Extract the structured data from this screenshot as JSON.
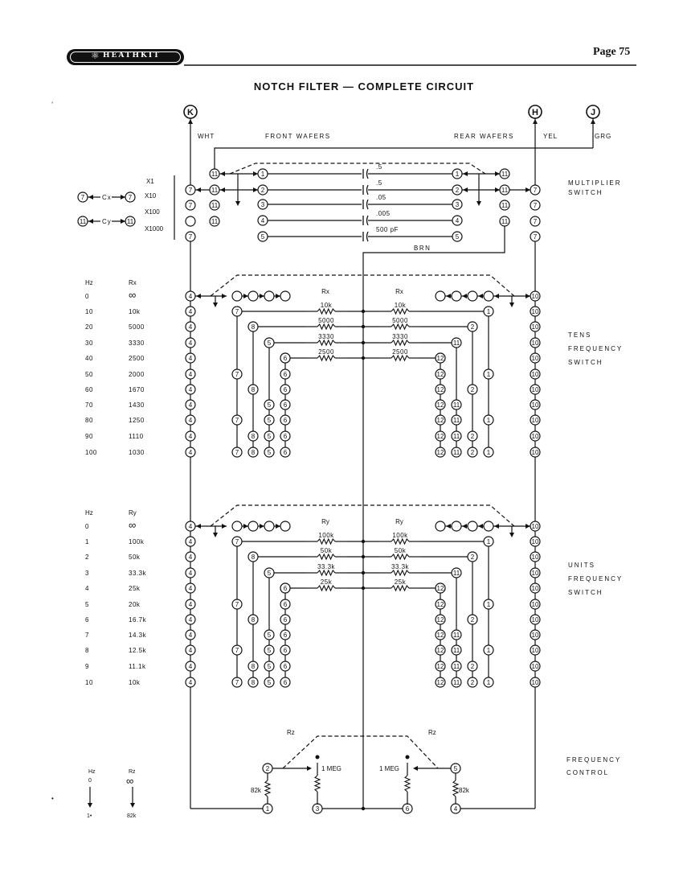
{
  "page": {
    "number": "Page 75",
    "title": "NOTCH FILTER  —  COMPLETE CIRCUIT",
    "brand": "HEATHKIT"
  },
  "terminals": {
    "k": "K",
    "h": "H",
    "j": "J"
  },
  "wire_labels": {
    "wht": "WHT",
    "yel": "YEL",
    "grg": "GRG",
    "brn": "BRN"
  },
  "wafer_labels": {
    "front": "FRONT WAFERS",
    "rear": "REAR WAFERS"
  },
  "multiplier": {
    "label": "MULTIPLIER\nSWITCH",
    "positions": [
      "X1",
      "X10",
      "X100",
      "X1000"
    ],
    "cx": "Cx",
    "cy": "Cy",
    "capacitors": [
      ".5",
      ".5",
      ".05",
      ".005",
      "500 pF"
    ]
  },
  "tens": {
    "label": "TENS\nFREQUENCY\nSWITCH",
    "table_head": [
      "Hz",
      "Rx"
    ],
    "table": [
      [
        "0",
        "∞"
      ],
      [
        "10",
        "10k"
      ],
      [
        "20",
        "5000"
      ],
      [
        "30",
        "3330"
      ],
      [
        "40",
        "2500"
      ],
      [
        "50",
        "2000"
      ],
      [
        "60",
        "1670"
      ],
      [
        "70",
        "1430"
      ],
      [
        "80",
        "1250"
      ],
      [
        "90",
        "1110"
      ],
      [
        "100",
        "1030"
      ]
    ],
    "res_head": "Rx",
    "resistors": [
      "10k",
      "5000",
      "3330",
      "2500"
    ]
  },
  "units": {
    "label": "UNITS\nFREQUENCY\nSWITCH",
    "table_head": [
      "Hz",
      "Ry"
    ],
    "table": [
      [
        "0",
        "∞"
      ],
      [
        "1",
        "100k"
      ],
      [
        "2",
        "50k"
      ],
      [
        "3",
        "33.3k"
      ],
      [
        "4",
        "25k"
      ],
      [
        "5",
        "20k"
      ],
      [
        "6",
        "16.7k"
      ],
      [
        "7",
        "14.3k"
      ],
      [
        "8",
        "12.5k"
      ],
      [
        "9",
        "11.1k"
      ],
      [
        "10",
        "10k"
      ]
    ],
    "res_head": "Ry",
    "resistors_left": [
      "100k",
      "50k",
      "33.3k",
      "25k"
    ],
    "resistors_right": [
      "100k",
      "50k",
      "33.3k",
      "25k"
    ]
  },
  "control": {
    "label": "FREQUENCY\nCONTROL",
    "rz": "Rz",
    "pot": "1 MEG",
    "fixed": "82k",
    "table_head": [
      "Hz",
      "Rz"
    ],
    "table_top": [
      "0",
      "∞"
    ],
    "table_bottom": [
      "1•",
      "82k"
    ]
  }
}
